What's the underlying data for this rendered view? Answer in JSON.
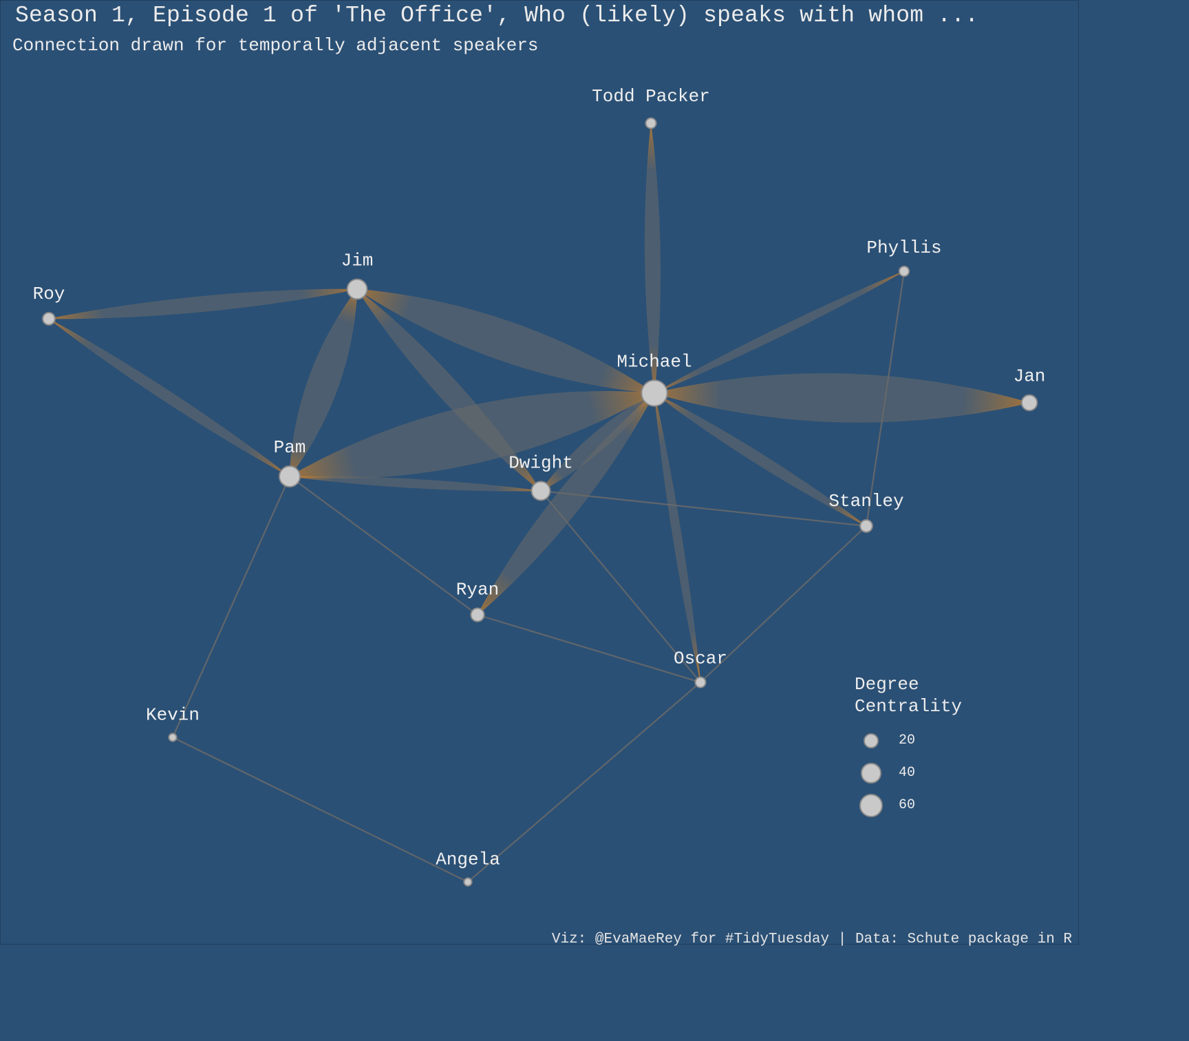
{
  "title": "Season 1, Episode 1 of 'The Office', Who (likely) speaks with whom ...",
  "subtitle": "Connection drawn for temporally adjacent speakers",
  "caption": "Viz: @EvaMaeRey for #TidyTuesday | Data: Schute package in R",
  "colors": {
    "background": "#2b5075",
    "edge": "#6a6a6a",
    "edge_end": "#f08a14",
    "node_fill": "#c9c9c9",
    "node_stroke": "#8a8a8a",
    "text": "#ececec"
  },
  "legend": {
    "title": "Degree\nCentrality",
    "items": [
      {
        "label": "20",
        "value": 20
      },
      {
        "label": "40",
        "value": 40
      },
      {
        "label": "60",
        "value": 60
      }
    ]
  },
  "nodes": [
    {
      "id": "michael",
      "name": "Michael",
      "degree": 72
    },
    {
      "id": "jim",
      "name": "Jim",
      "degree": 38
    },
    {
      "id": "pam",
      "name": "Pam",
      "degree": 42
    },
    {
      "id": "dwight",
      "name": "Dwight",
      "degree": 32
    },
    {
      "id": "todd",
      "name": "Todd Packer",
      "degree": 6
    },
    {
      "id": "phyllis",
      "name": "Phyllis",
      "degree": 5
    },
    {
      "id": "jan",
      "name": "Jan",
      "degree": 20
    },
    {
      "id": "roy",
      "name": "Roy",
      "degree": 10
    },
    {
      "id": "stanley",
      "name": "Stanley",
      "degree": 10
    },
    {
      "id": "ryan",
      "name": "Ryan",
      "degree": 13
    },
    {
      "id": "oscar",
      "name": "Oscar",
      "degree": 6
    },
    {
      "id": "kevin",
      "name": "Kevin",
      "degree": 2
    },
    {
      "id": "angela",
      "name": "Angela",
      "degree": 2
    }
  ],
  "edges": [
    {
      "source": "michael",
      "target": "jan",
      "weight": 20
    },
    {
      "source": "michael",
      "target": "pam",
      "weight": 24
    },
    {
      "source": "michael",
      "target": "jim",
      "weight": 16
    },
    {
      "source": "michael",
      "target": "ryan",
      "weight": 10
    },
    {
      "source": "michael",
      "target": "dwight",
      "weight": 6
    },
    {
      "source": "michael",
      "target": "todd",
      "weight": 5
    },
    {
      "source": "michael",
      "target": "stanley",
      "weight": 3
    },
    {
      "source": "michael",
      "target": "phyllis",
      "weight": 2
    },
    {
      "source": "michael",
      "target": "oscar",
      "weight": 2
    },
    {
      "source": "jim",
      "target": "pam",
      "weight": 12
    },
    {
      "source": "jim",
      "target": "dwight",
      "weight": 8
    },
    {
      "source": "jim",
      "target": "roy",
      "weight": 5
    },
    {
      "source": "roy",
      "target": "pam",
      "weight": 3
    },
    {
      "source": "pam",
      "target": "dwight",
      "weight": 2
    },
    {
      "source": "pam",
      "target": "ryan",
      "weight": 1
    },
    {
      "source": "pam",
      "target": "kevin",
      "weight": 1
    },
    {
      "source": "dwight",
      "target": "stanley",
      "weight": 1
    },
    {
      "source": "dwight",
      "target": "oscar",
      "weight": 1
    },
    {
      "source": "ryan",
      "target": "oscar",
      "weight": 1
    },
    {
      "source": "oscar",
      "target": "stanley",
      "weight": 1
    },
    {
      "source": "oscar",
      "target": "angela",
      "weight": 1
    },
    {
      "source": "kevin",
      "target": "angela",
      "weight": 1
    },
    {
      "source": "phyllis",
      "target": "stanley",
      "weight": 1
    }
  ]
}
